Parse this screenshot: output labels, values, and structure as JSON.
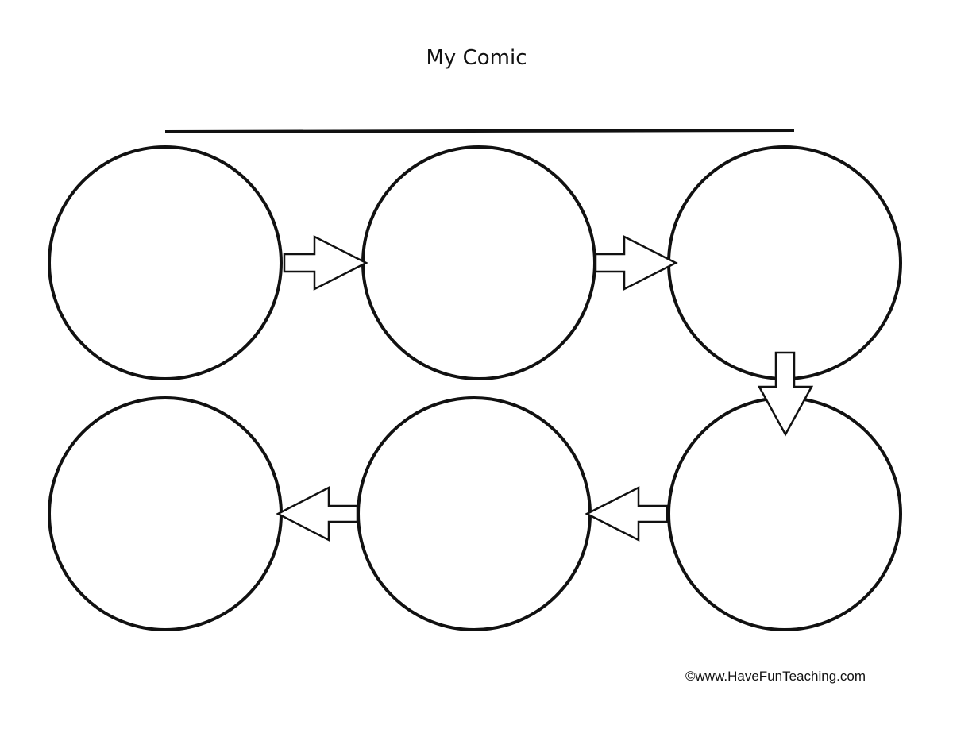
{
  "worksheet": {
    "title": "My Comic",
    "credit": "©www.HaveFunTeaching.com"
  },
  "panels": [
    {
      "label": "",
      "order": 1
    },
    {
      "label": "",
      "order": 2
    },
    {
      "label": "",
      "order": 3
    },
    {
      "label": "",
      "order": 4
    },
    {
      "label": "",
      "order": 5
    },
    {
      "label": "",
      "order": 6
    }
  ],
  "colors": {
    "ink": "#111111",
    "paper": "#ffffff"
  }
}
